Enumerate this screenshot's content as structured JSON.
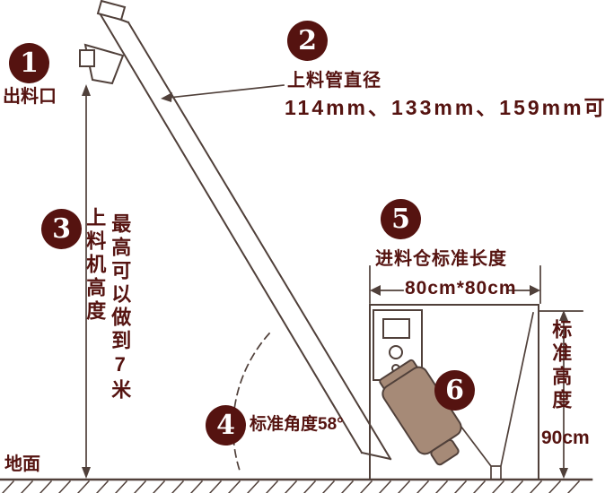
{
  "colors": {
    "accent": "#551310",
    "line": "#50403a",
    "motor": "#a68a77",
    "bg": "#ffffff"
  },
  "callouts": [
    {
      "num": "1",
      "label": "出料口"
    },
    {
      "num": "2",
      "label": "上料管直径",
      "detail": "114mm、133mm、159mm可"
    },
    {
      "num": "3",
      "label": "上料机高度",
      "detail": "最高可以做到7米"
    },
    {
      "num": "4",
      "label": "标准角度58°"
    },
    {
      "num": "5",
      "label": "进料仓标准长度",
      "detail": "80cm*80cm"
    },
    {
      "num": "6",
      "label": ""
    }
  ],
  "dimensions": {
    "height_label": "标准高度",
    "height_value": "90cm"
  },
  "ground": {
    "label": "地面"
  }
}
